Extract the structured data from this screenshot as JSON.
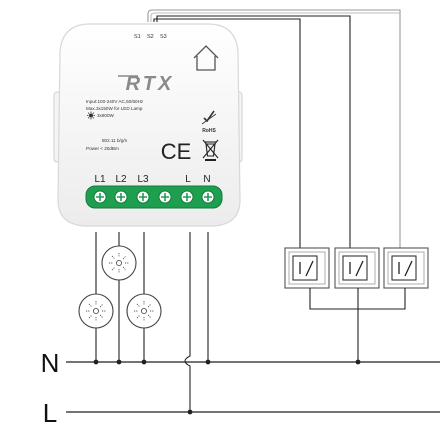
{
  "module": {
    "brand": "RTX",
    "switch_inputs": [
      "S1",
      "S2",
      "S3"
    ],
    "spec_input": "Input:100-240V AC,50/60Hz",
    "spec_max_led": "Max.3x150W for LED Lamp",
    "spec_incandescent": "3x800W",
    "spec_wifi": "802.11 b/g/n",
    "spec_power": "Power < 20dBm",
    "marks": {
      "ce": "CE",
      "rohs": "RoHS"
    },
    "terminals": [
      "L1",
      "L2",
      "L3",
      "L",
      "N"
    ]
  },
  "mains": {
    "neutral_label": "N",
    "line_label": "L"
  },
  "icons": {
    "home": "home-icon",
    "rohs": "rohs-check-icon",
    "weee": "weee-bin-icon",
    "lamp": "lamp-icon",
    "wall_switch": "wall-switch-icon",
    "led": "sun-icon"
  },
  "colors": {
    "terminal_block": "#1e9e4f",
    "module_body": "#f4f4f4",
    "wire": "#222222",
    "wire_grey": "#8a8a8a"
  }
}
